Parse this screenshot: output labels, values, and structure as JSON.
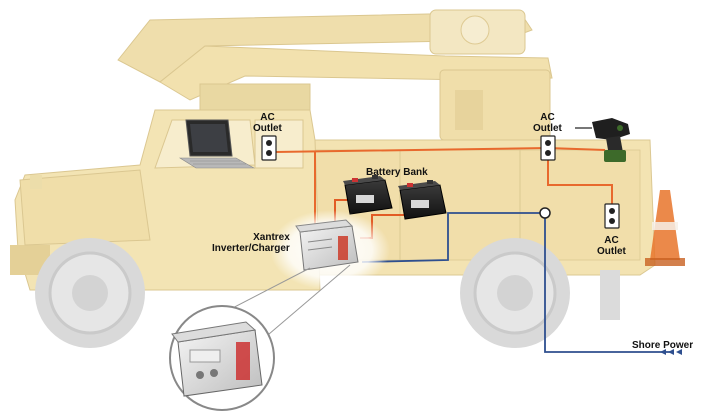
{
  "labels": {
    "ac_outlet_cab": [
      "AC",
      "Outlet"
    ],
    "ac_outlet_boom": [
      "AC",
      "Outlet"
    ],
    "ac_outlet_rear": [
      "AC",
      "Outlet"
    ],
    "battery_bank": "Battery Bank",
    "inverter": [
      "Xantrex",
      "Inverter/Charger"
    ],
    "shore_power": "Shore Power"
  },
  "colors": {
    "truck_body": "#f1dfa8",
    "truck_shadow": "#dcc68a",
    "ac_wire": "#e8692d",
    "dc_wire": "#e25c25",
    "shore_wire": "#2e4f8f",
    "cone": "#e8742a"
  },
  "icons": [
    "laptop-icon",
    "drill-icon",
    "battery-icon",
    "outlet-icon",
    "inverter-icon",
    "traffic-cone-icon",
    "junction-icon"
  ]
}
